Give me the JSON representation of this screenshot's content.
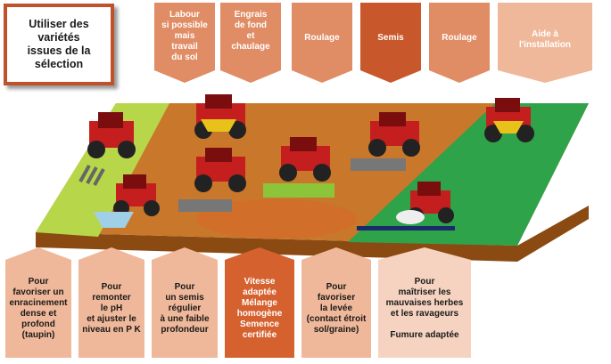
{
  "title": "Utiliser des variétés\nissues de la\nsélection",
  "steps": [
    {
      "label": "Labour\nsi possible\nmais\ntravail\ndu sol"
    },
    {
      "label": "Engrais\nde fond\net\nchaulage"
    },
    {
      "label": "Roulage"
    },
    {
      "label": "Semis"
    },
    {
      "label": "Roulage"
    },
    {
      "label": "Aide à\nl'installation"
    }
  ],
  "notes": [
    {
      "text": "Pour\nfavoriser un\nenracinement\ndense et\nprofond\n(taupin)"
    },
    {
      "text": "Pour\nremonter\nle pH\net ajuster le\nniveau en P K"
    },
    {
      "text": "Pour\nun semis\nrégulier\nà une faible\nprofondeur"
    },
    {
      "text": "Vitesse\nadaptée\nMélange\nhomogène\nSemence\ncertifiée"
    },
    {
      "text": "Pour\nfavoriser\nla levée\n(contact étroit\nsol/graine)"
    },
    {
      "text": "Pour\nmaîtriser les\nmauvaises herbes\net les ravageurs\n\nFumure adaptée"
    }
  ],
  "colors": {
    "step": "#e08c65",
    "step_active": "#c8582b",
    "note": "#f0b89a",
    "note_active": "#d5612f",
    "soil": "#c8772b",
    "strip_left": "#b8d64a",
    "strip_right": "#2ea34a",
    "tractor": "#c41e1e"
  }
}
